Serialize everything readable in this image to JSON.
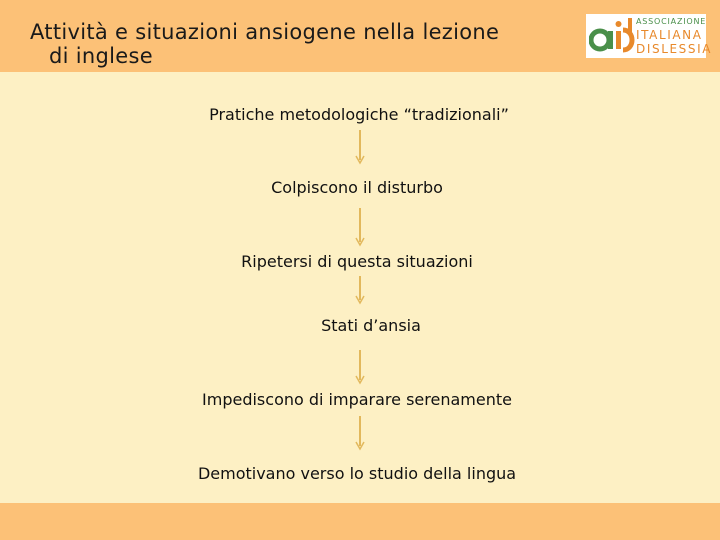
{
  "slide": {
    "title_line1": "Attività e situazioni ansiogene nella lezione",
    "title_line2": "di inglese"
  },
  "logo": {
    "line1": "ASSOCIAZIONE",
    "line2": "ITALIANA",
    "line3": "DISLESSIA",
    "mark_text": "aid",
    "colors": {
      "green": "#4a8f4a",
      "orange": "#e8892b"
    }
  },
  "flow": {
    "steps": [
      "Pratiche metodologiche “tradizionali”",
      "Colpiscono il disturbo",
      "Ripetersi di questa situazioni",
      "Stati d’ansia",
      "Impediscono di imparare serenamente",
      "Demotivano verso lo studio della lingua"
    ]
  },
  "colors": {
    "background": "#fdf0c4",
    "band": "#fcc177",
    "arrow": "#e2b85c"
  }
}
